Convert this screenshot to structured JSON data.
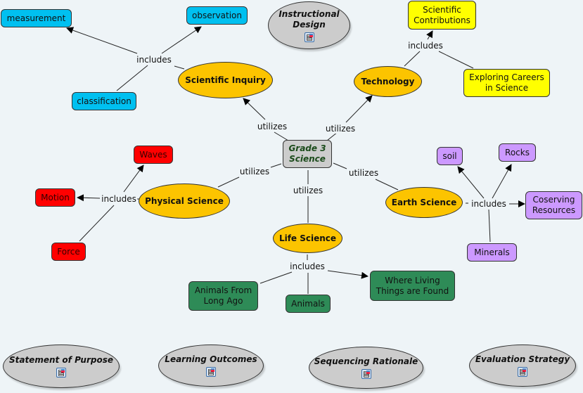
{
  "colors": {
    "background": "#eef4f7",
    "blue": "#00c0f0",
    "yellow": "#ffff00",
    "orange": "#fcc400",
    "red": "#ff0000",
    "purple": "#cc99ff",
    "green": "#2e8b57",
    "gray": "#cccccc",
    "center_text": "#1a4a1a"
  },
  "center": {
    "label": "Grade 3\nScience"
  },
  "categories": {
    "scientific_inquiry": "Scientific Inquiry",
    "technology": "Technology",
    "physical_science": "Physical Science",
    "earth_science": "Earth Science",
    "life_science": "Life Science"
  },
  "concepts": {
    "measurement": "measurement",
    "observation": "observation",
    "classification": "classification",
    "scientific_contributions": "Scientific\nContributions",
    "exploring_careers": "Exploring Careers\nin Science",
    "waves": "Waves",
    "motion": "Motion",
    "force": "Force",
    "soil": "soil",
    "rocks": "Rocks",
    "conserving_resources": "Coserving\nResources",
    "minerals": "Minerals",
    "animals_long_ago": "Animals From\nLong Ago",
    "animals": "Animals",
    "where_living": "Where Living\nThings are Found"
  },
  "link_labels": {
    "utilizes": "utilizes",
    "includes": "includes"
  },
  "resources": {
    "instructional_design": "Instructional\nDesign",
    "statement_of_purpose": "Statement of Purpose",
    "learning_outcomes": "Learning Outcomes",
    "sequencing_rationale": "Sequencing Rationale",
    "evaluation_strategy": "Evaluation Strategy"
  }
}
